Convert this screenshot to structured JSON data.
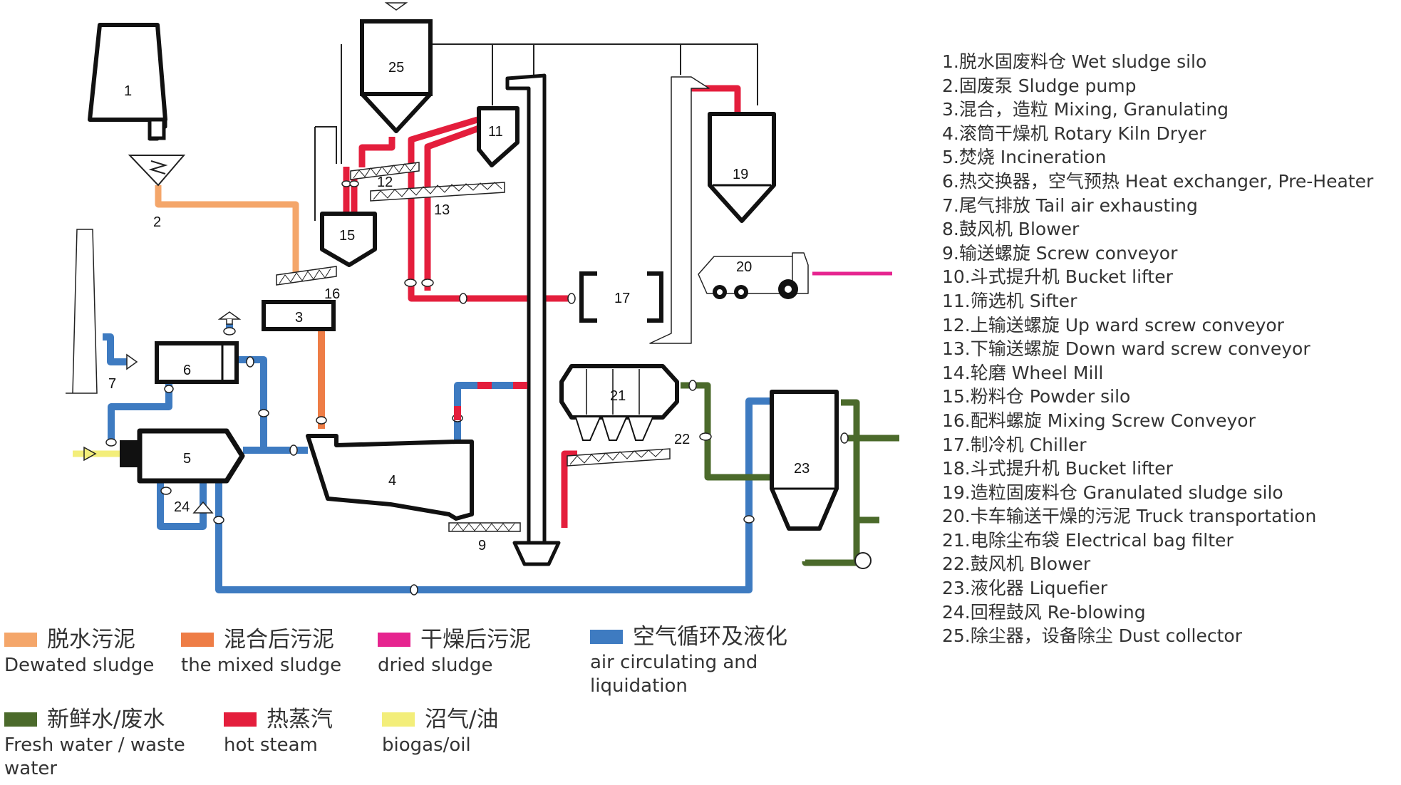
{
  "colors": {
    "dewatered": "#F4A66A",
    "mixed": "#EE7D46",
    "dried": "#E6248F",
    "air": "#3E7BC1",
    "water": "#4B6A2B",
    "steam": "#E41E3C",
    "biogas": "#F3EE7A"
  },
  "diagram_labels": {
    "n1": "1",
    "n2": "2",
    "n3": "3",
    "n4": "4",
    "n5": "5",
    "n6": "6",
    "n7": "7",
    "n9": "9",
    "n11": "11",
    "n12": "12",
    "n13": "13",
    "n15": "15",
    "n16": "16",
    "n17": "17",
    "n19": "19",
    "n20": "20",
    "n21": "21",
    "n22": "22",
    "n23": "23",
    "n24": "24",
    "n25": "25"
  },
  "equipment_list": [
    "1.脱水固废料仓 Wet sludge silo",
    "2.固废泵 Sludge pump",
    "3.混合，造粒 Mixing, Granulating",
    "4.滚筒干燥机 Rotary Kiln Dryer",
    "5.焚烧 Incineration",
    "6.热交换器，空气预热 Heat exchanger, Pre-Heater",
    "7.尾气排放 Tail air exhausting",
    "8.鼓风机 Blower",
    "9.输送螺旋 Screw conveyor",
    "10.斗式提升机 Bucket lifter",
    "11.筛选机 Sifter",
    "12.上输送螺旋 Up ward screw conveyor",
    "13.下输送螺旋 Down ward screw conveyor",
    "14.轮磨 Wheel Mill",
    "15.粉料仓 Powder silo",
    "16.配料螺旋 Mixing Screw Conveyor",
    "17.制冷机 Chiller",
    "18.斗式提升机 Bucket lifter",
    "19.造粒固废料仓 Granulated sludge silo",
    "20.卡车输送干燥的污泥 Truck transportation",
    "21.电除尘布袋 Electrical bag filter",
    "22.鼓风机 Blower",
    "23.液化器 Liquefier",
    "24.回程鼓风 Re-blowing",
    "25.除尘器，设备除尘 Dust collector"
  ],
  "legend": [
    {
      "cn": "脱水污泥",
      "en": "Dewated sludge",
      "color": "#F4A66A"
    },
    {
      "cn": "混合后污泥",
      "en": "the mixed sludge",
      "color": "#EE7D46"
    },
    {
      "cn": "干燥后污泥",
      "en": "dried sludge",
      "color": "#E6248F"
    },
    {
      "cn": "空气循环及液化",
      "en": "air circulating and liquidation",
      "color": "#3E7BC1"
    },
    {
      "cn": "新鲜水/废水",
      "en": "Fresh water / waste water",
      "color": "#4B6A2B"
    },
    {
      "cn": "热蒸汽",
      "en": "hot steam",
      "color": "#E41E3C"
    },
    {
      "cn": "沼气/油",
      "en": "biogas/oil",
      "color": "#F3EE7A"
    }
  ]
}
